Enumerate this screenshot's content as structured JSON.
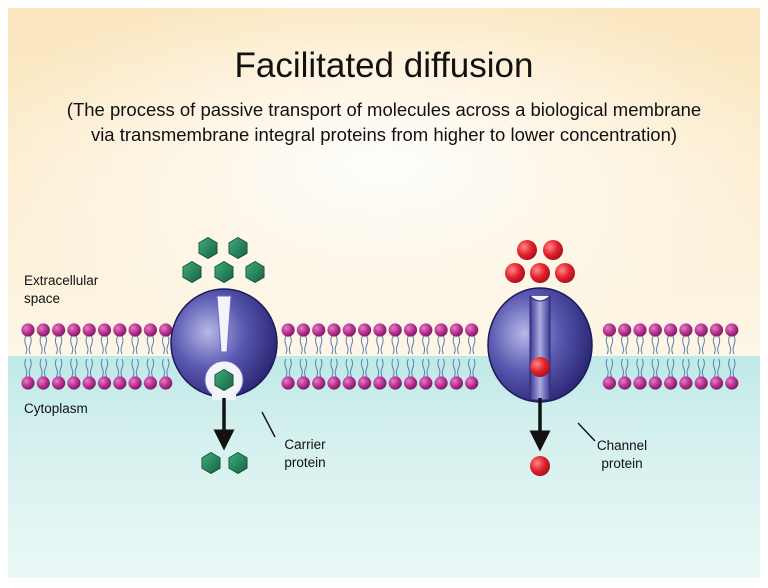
{
  "diagram": {
    "title": "Facilitated diffusion",
    "subtitle_line1": "(The process of passive transport of molecules across a biological membrane",
    "subtitle_line2": "via transmembrane integral proteins from higher to lower concentration)",
    "labels": {
      "extracellular_line1": "Extracellular",
      "extracellular_line2": "space",
      "cytoplasm": "Cytoplasm",
      "carrier_line1": "Carrier",
      "carrier_line2": "protein",
      "channel_line1": "Channel",
      "channel_line2": "protein"
    }
  },
  "colors": {
    "extracellular_bg": "#fbe9c4",
    "cytoplasm_bg": "#c7ecea",
    "lipid_head": "#b02f8c",
    "protein": "#2d2a7a",
    "hexagon_molecule": "#1f7d55",
    "red_molecule": "#e12b37"
  }
}
